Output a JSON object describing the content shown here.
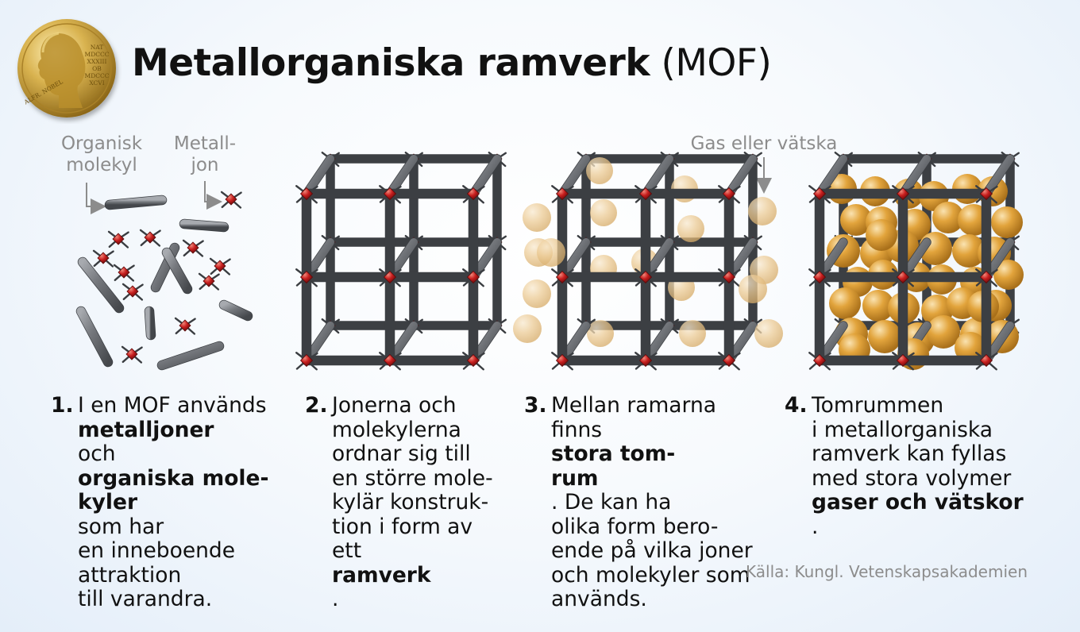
{
  "title": {
    "bold": "Metallorganiska ramverk",
    "normal": "(MOF)"
  },
  "medal": {
    "lines": [
      "NAT",
      "MDCCC",
      "XXXIII",
      "OB",
      "MDCCC",
      "XCVI"
    ],
    "name": "ALFR. NOBEL",
    "icon": "nobel-medal-icon"
  },
  "labels": {
    "organic": [
      "Organisk",
      "molekyl"
    ],
    "metal": [
      "Metall-",
      "jon"
    ],
    "gas": "Gas eller vätska"
  },
  "steps": [
    {
      "number": "1.",
      "lines": [
        [
          {
            "t": "I en MOF används",
            "b": false
          }
        ],
        [
          {
            "t": "metalljoner",
            "b": true
          },
          {
            "t": " och",
            "b": false
          }
        ],
        [
          {
            "t": "organiska mole-",
            "b": true
          }
        ],
        [
          {
            "t": "kyler",
            "b": true
          },
          {
            "t": " som har",
            "b": false
          }
        ],
        [
          {
            "t": "en inneboende",
            "b": false
          }
        ],
        [
          {
            "t": "attraktion",
            "b": false
          }
        ],
        [
          {
            "t": "till varandra.",
            "b": false
          }
        ]
      ]
    },
    {
      "number": "2.",
      "lines": [
        [
          {
            "t": "Jonerna och",
            "b": false
          }
        ],
        [
          {
            "t": "molekylerna",
            "b": false
          }
        ],
        [
          {
            "t": "ordnar sig till",
            "b": false
          }
        ],
        [
          {
            "t": "en större mole-",
            "b": false
          }
        ],
        [
          {
            "t": "kylär konstruk-",
            "b": false
          }
        ],
        [
          {
            "t": "tion i form av",
            "b": false
          }
        ],
        [
          {
            "t": "ett ",
            "b": false
          },
          {
            "t": "ramverk",
            "b": true
          },
          {
            "t": ".",
            "b": false
          }
        ]
      ]
    },
    {
      "number": "3.",
      "lines": [
        [
          {
            "t": "Mellan ramarna",
            "b": false
          }
        ],
        [
          {
            "t": "finns ",
            "b": false
          },
          {
            "t": "stora tom-",
            "b": true
          }
        ],
        [
          {
            "t": "rum",
            "b": true
          },
          {
            "t": ". De kan ha",
            "b": false
          }
        ],
        [
          {
            "t": "olika form bero-",
            "b": false
          }
        ],
        [
          {
            "t": "ende på vilka joner",
            "b": false
          }
        ],
        [
          {
            "t": "och molekyler som",
            "b": false
          }
        ],
        [
          {
            "t": "används.",
            "b": false
          }
        ]
      ]
    },
    {
      "number": "4.",
      "lines": [
        [
          {
            "t": "Tomrummen",
            "b": false
          }
        ],
        [
          {
            "t": "i metallorganiska",
            "b": false
          }
        ],
        [
          {
            "t": "ramverk kan fyllas",
            "b": false
          }
        ],
        [
          {
            "t": "med stora volymer",
            "b": false
          }
        ],
        [
          {
            "t": "gaser och vätskor",
            "b": true
          },
          {
            "t": ".",
            "b": false
          }
        ]
      ]
    }
  ],
  "source": "Källa: Kungl. Vetenskapsakademien",
  "colors": {
    "rod": "#6e7176",
    "ion": "#c81e1e",
    "sphere": "#e2a43c",
    "sphere_faint": "#eccb95",
    "label_gray": "#8c8c8c",
    "medal_gold": "#d8b04e"
  },
  "icons": {
    "rod": "organic-molecule-rod-icon",
    "ion": "metal-ion-icon",
    "sphere": "gas-sphere-icon"
  }
}
